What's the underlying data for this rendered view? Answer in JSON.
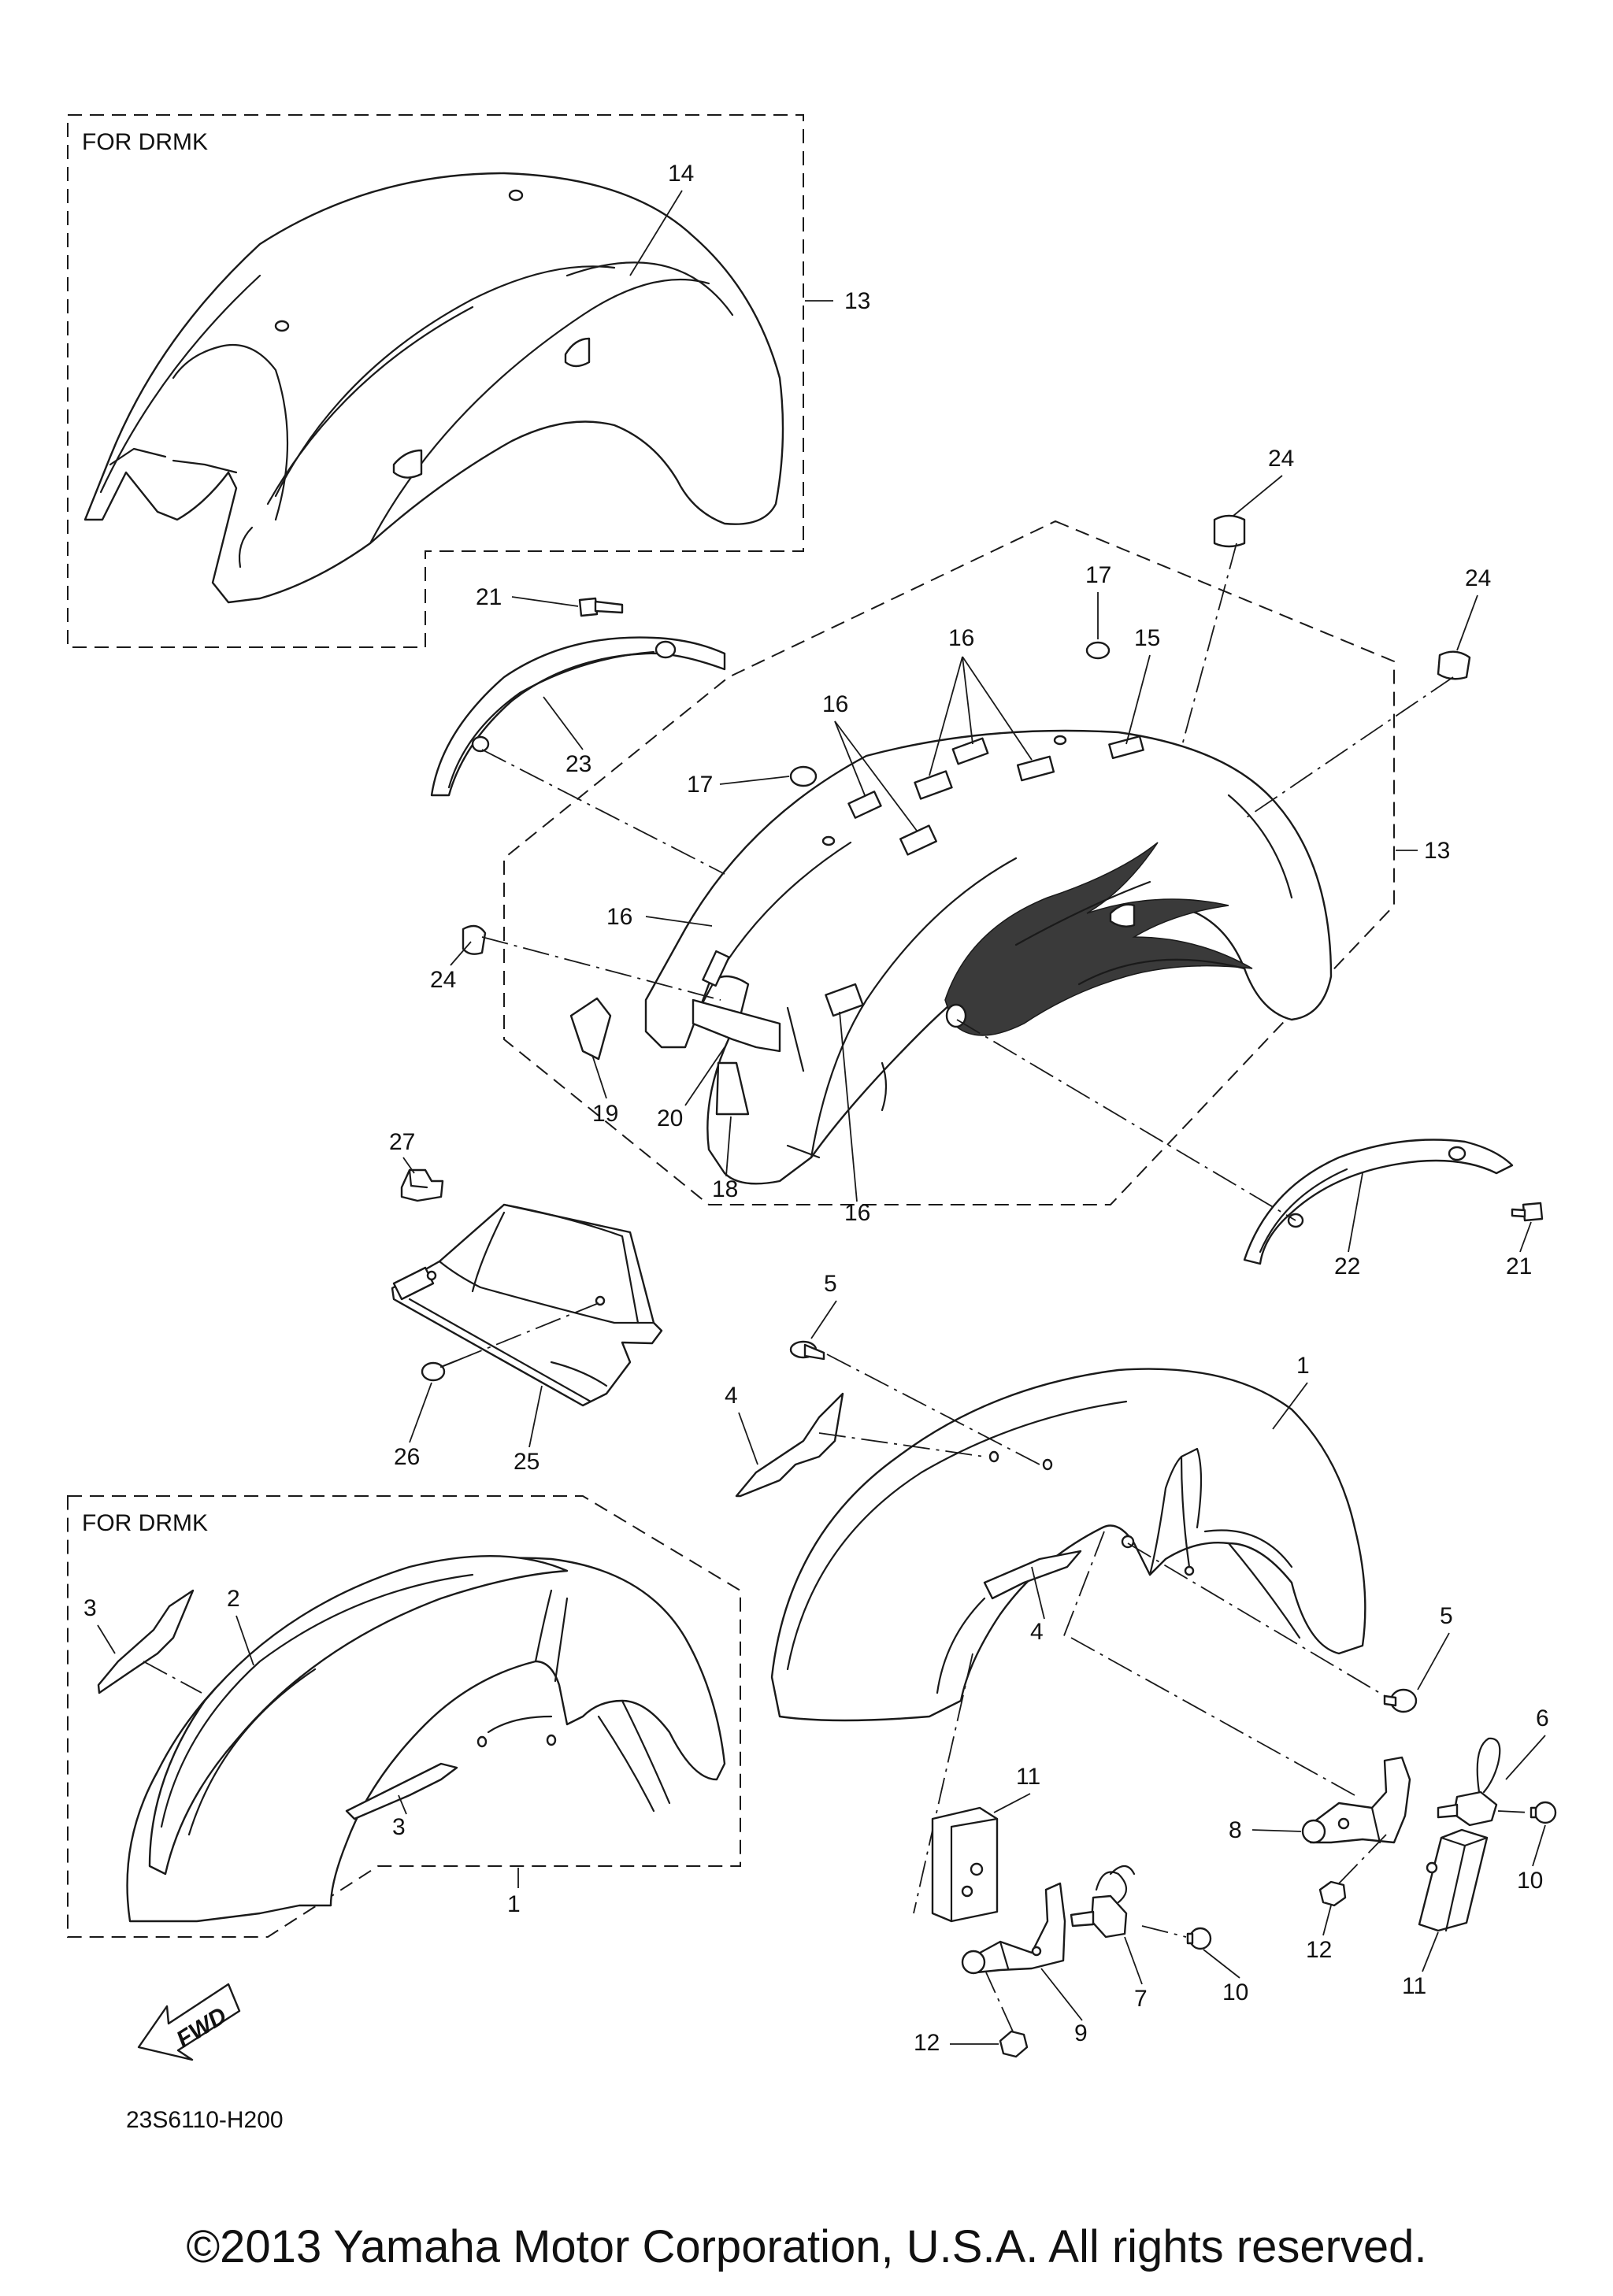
{
  "box_labels": {
    "upper": "FOR DRMK",
    "lower": "FOR DRMK"
  },
  "callouts": {
    "c1a": "1",
    "c1b": "1",
    "c2": "2",
    "c3a": "3",
    "c3b": "3",
    "c4a": "4",
    "c4b": "4",
    "c5a": "5",
    "c5b": "5",
    "c6": "6",
    "c7": "7",
    "c8": "8",
    "c9": "9",
    "c10a": "10",
    "c10b": "10",
    "c11a": "11",
    "c11b": "11",
    "c12a": "12",
    "c12b": "12",
    "c13a": "13",
    "c13b": "13",
    "c14": "14",
    "c15": "15",
    "c16a": "16",
    "c16b": "16",
    "c16c": "16",
    "c16d": "16",
    "c17a": "17",
    "c17b": "17",
    "c18": "18",
    "c19": "19",
    "c20": "20",
    "c21a": "21",
    "c21b": "21",
    "c22": "22",
    "c23": "23",
    "c24a": "24",
    "c24b": "24",
    "c24c": "24",
    "c25": "25",
    "c26": "26",
    "c27": "27"
  },
  "fwd_label": "FWD",
  "diagram_code": "23S6110-H200",
  "copyright": "©2013 Yamaha Motor Corporation, U.S.A. All rights reserved."
}
